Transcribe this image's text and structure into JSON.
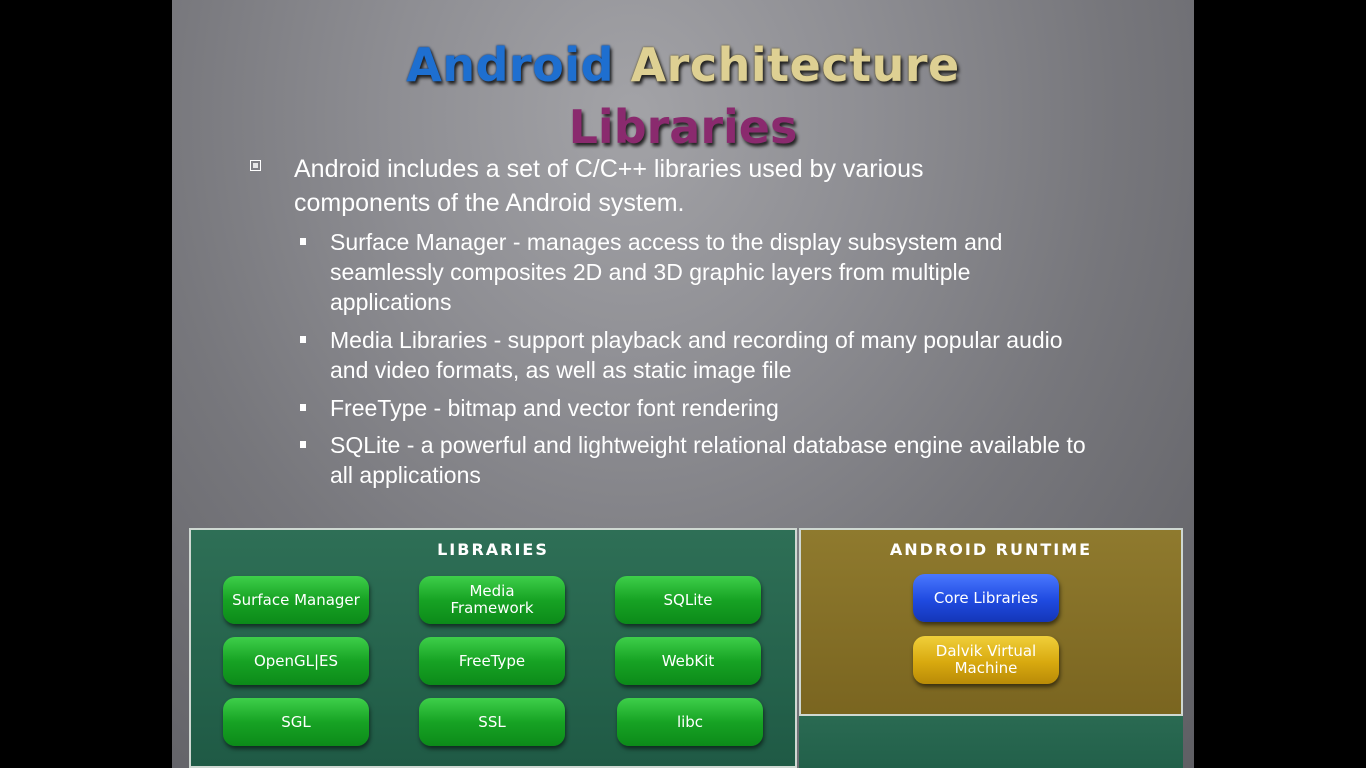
{
  "slide": {
    "title_word1": "Android",
    "title_word2": "Architecture",
    "subtitle": "Libraries",
    "intro": "Android includes a set of C/C++ libraries used by various components of the Android system.",
    "bullets": [
      "Surface Manager - manages access to the display subsystem and seamlessly composites 2D and 3D graphic layers from multiple applications",
      "Media Libraries - support playback and recording of many popular audio and video formats, as well as static image file",
      "FreeType - bitmap and vector font rendering",
      "SQLite - a powerful and lightweight relational database engine available to all applications"
    ]
  },
  "diagram": {
    "libraries_title": "Libraries",
    "libraries": [
      "Surface Manager",
      "Media Framework",
      "SQLite",
      "OpenGL|ES",
      "FreeType",
      "WebKit",
      "SGL",
      "SSL",
      "libc"
    ],
    "runtime_title": "Android Runtime",
    "runtime": [
      "Core Libraries",
      "Dalvik Virtual Machine"
    ]
  },
  "colors": {
    "title_android": "#1e6fd0",
    "title_architecture": "#ded093",
    "subtitle": "#8a2a6e",
    "library_pill": "#17a324",
    "core_libraries_pill": "#1f4ae0",
    "dalvik_pill": "#d8a90f"
  }
}
